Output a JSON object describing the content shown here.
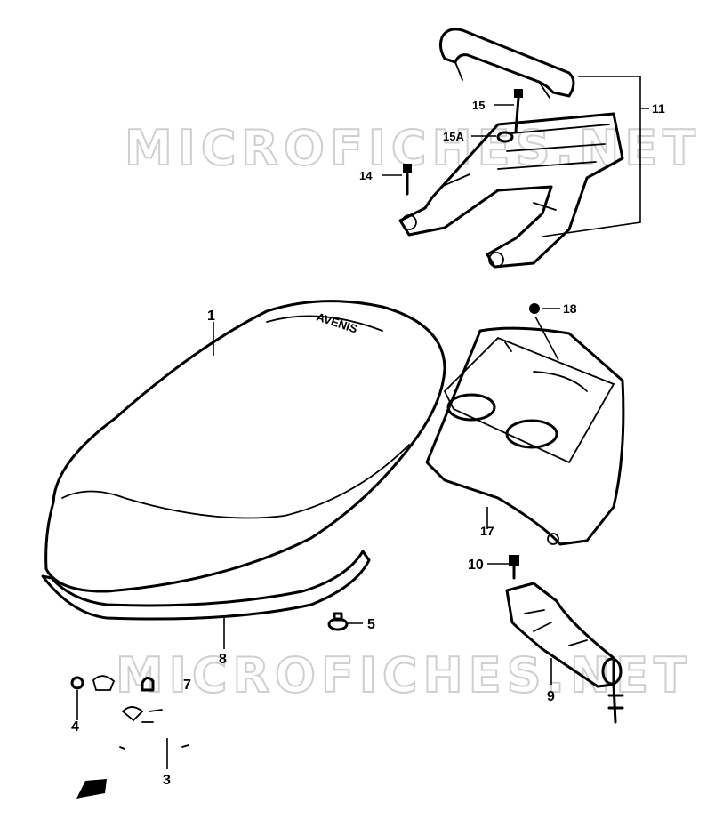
{
  "watermark": "MICROFICHES.NET",
  "brand_text": "AVENIS",
  "callouts": [
    {
      "id": "c1",
      "label": "1"
    },
    {
      "id": "c3",
      "label": "3"
    },
    {
      "id": "c4",
      "label": "4"
    },
    {
      "id": "c5",
      "label": "5"
    },
    {
      "id": "c7",
      "label": "7"
    },
    {
      "id": "c8",
      "label": "8"
    },
    {
      "id": "c9",
      "label": "9"
    },
    {
      "id": "c10",
      "label": "10"
    },
    {
      "id": "c11",
      "label": "11"
    },
    {
      "id": "c14",
      "label": "14"
    },
    {
      "id": "c15",
      "label": "15"
    },
    {
      "id": "c15a",
      "label": "15A"
    },
    {
      "id": "c17",
      "label": "17"
    },
    {
      "id": "c18",
      "label": "18"
    }
  ]
}
